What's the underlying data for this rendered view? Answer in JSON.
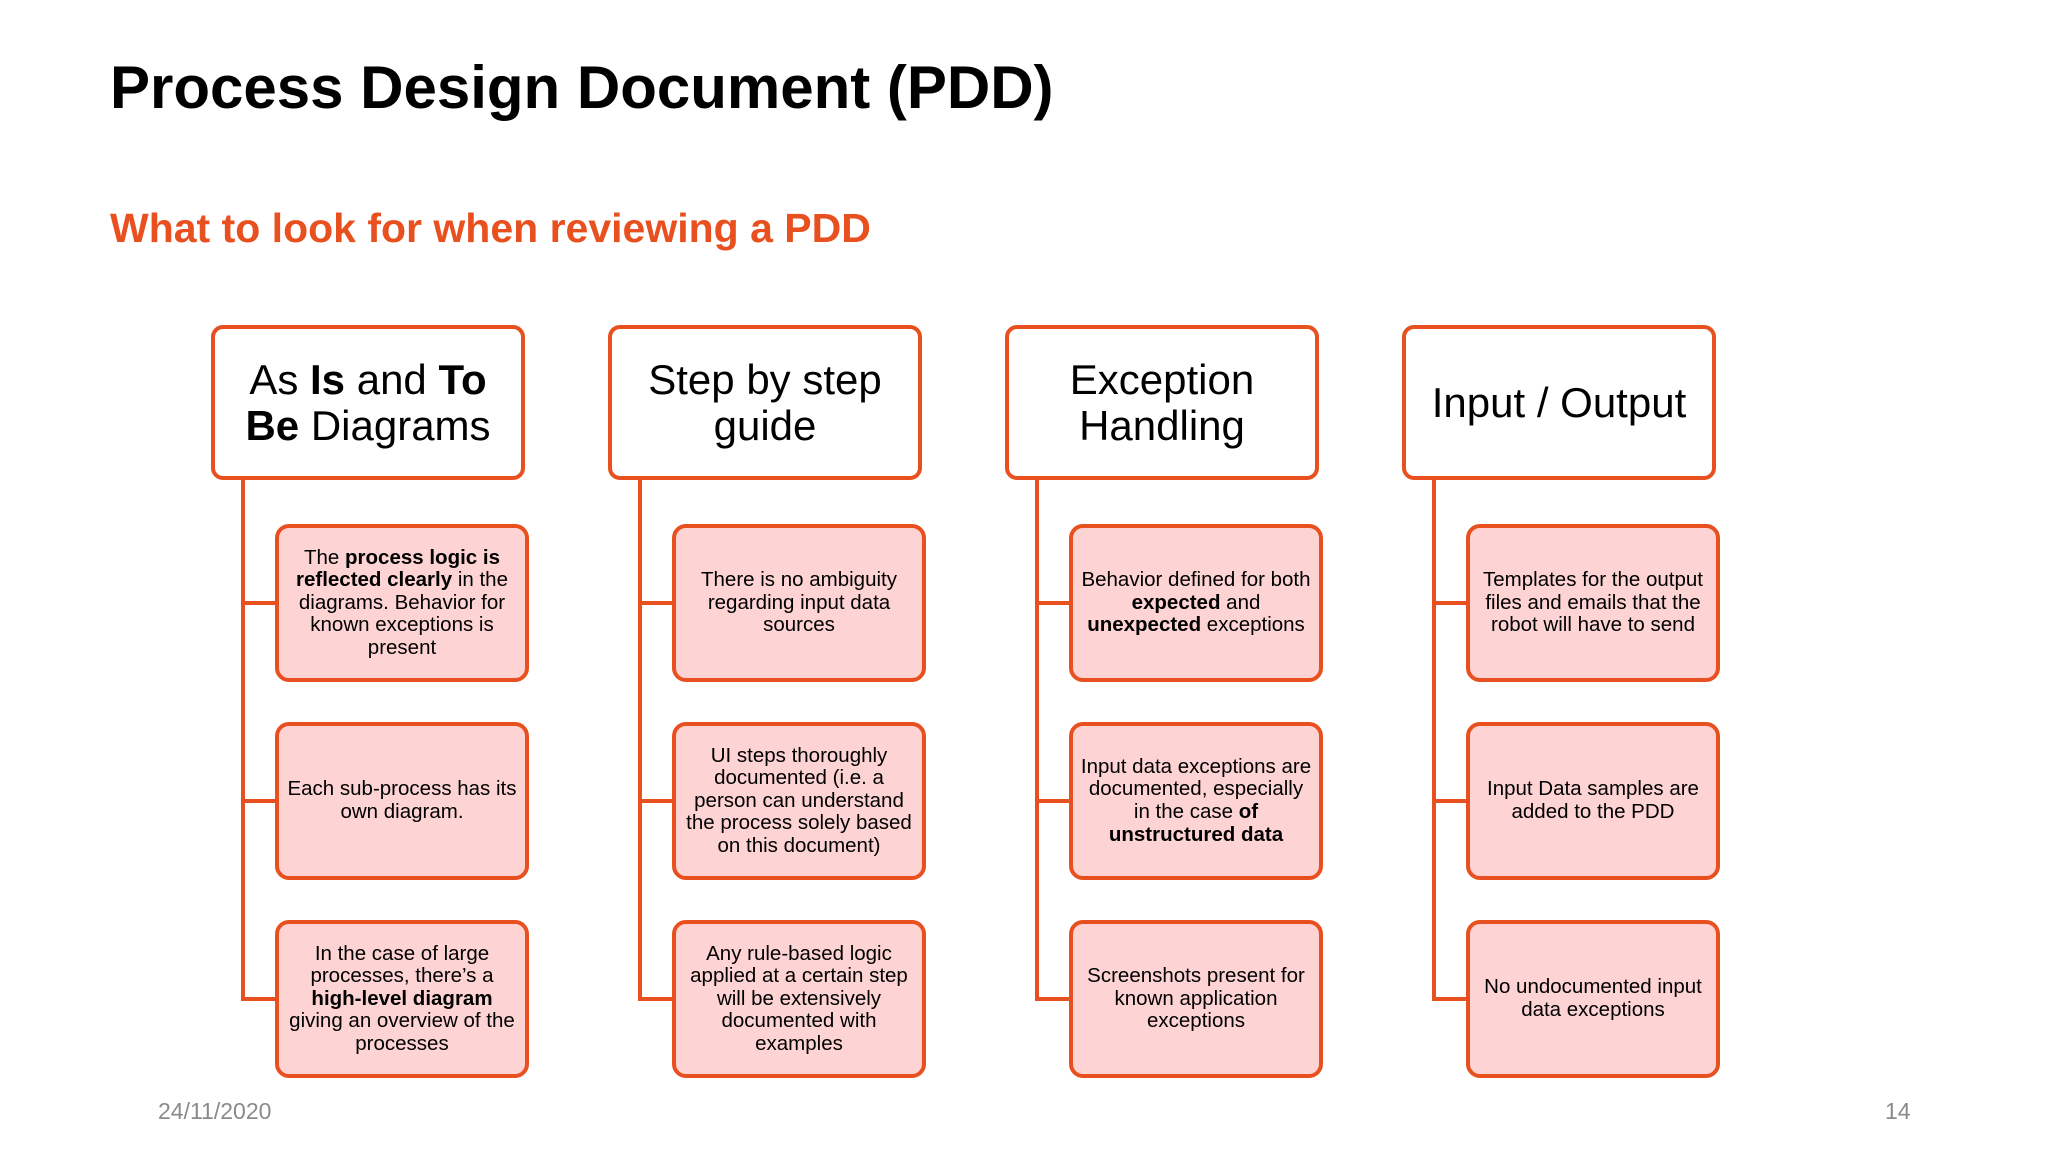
{
  "slide": {
    "title": "Process Design Document (PDD)",
    "subtitle": "What to look for when reviewing a PDD",
    "date": "24/11/2020",
    "page_number": "14"
  },
  "colors": {
    "accent": "#e8501f",
    "box_fill": "#fdd3d3",
    "footer_text": "#8a8a8a"
  },
  "columns": [
    {
      "heading": [
        {
          "t": "As ",
          "b": false
        },
        {
          "t": "Is",
          "b": true
        },
        {
          "t": " and ",
          "b": false
        },
        {
          "t": "To Be",
          "b": true
        },
        {
          "t": " Diagrams",
          "b": false
        }
      ],
      "items": [
        [
          {
            "t": "The ",
            "b": false
          },
          {
            "t": "process logic is reflected clearly",
            "b": true
          },
          {
            "t": " in the diagrams. Behavior for known exceptions is present",
            "b": false
          }
        ],
        [
          {
            "t": "Each sub-process has its own diagram.",
            "b": false
          }
        ],
        [
          {
            "t": "In the case of large processes, there’s a ",
            "b": false
          },
          {
            "t": "high-level diagram",
            "b": true
          },
          {
            "t": " giving an overview of the processes",
            "b": false
          }
        ]
      ]
    },
    {
      "heading": [
        {
          "t": "Step by step guide",
          "b": false
        }
      ],
      "items": [
        [
          {
            "t": "There is no ambiguity regarding input data sources",
            "b": false
          }
        ],
        [
          {
            "t": "UI steps thoroughly documented (i.e. a person can understand the process solely based on this document)",
            "b": false
          }
        ],
        [
          {
            "t": "Any rule-based logic applied at a certain step will be extensively documented with examples",
            "b": false
          }
        ]
      ]
    },
    {
      "heading": [
        {
          "t": "Exception Handling",
          "b": false
        }
      ],
      "items": [
        [
          {
            "t": "Behavior defined for both ",
            "b": false
          },
          {
            "t": "expected",
            "b": true
          },
          {
            "t": " and ",
            "b": false
          },
          {
            "t": "unexpected",
            "b": true
          },
          {
            "t": " exceptions",
            "b": false
          }
        ],
        [
          {
            "t": "Input data exceptions are documented, especially in the case ",
            "b": false
          },
          {
            "t": "of unstructured data",
            "b": true
          }
        ],
        [
          {
            "t": "Screenshots present for known application exceptions",
            "b": false
          }
        ]
      ]
    },
    {
      "heading": [
        {
          "t": "Input / Output",
          "b": false
        }
      ],
      "items": [
        [
          {
            "t": "Templates for the output files and emails that the robot will have to send",
            "b": false
          }
        ],
        [
          {
            "t": "Input Data samples are added to the PDD",
            "b": false
          }
        ],
        [
          {
            "t": "No undocumented input data exceptions",
            "b": false
          }
        ]
      ]
    }
  ]
}
